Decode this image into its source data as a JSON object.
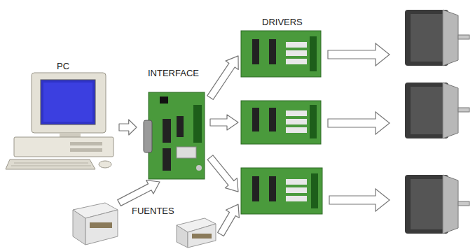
{
  "diagram": {
    "nodes": [
      {
        "text": [
          "PC"
        ]
      },
      {
        "text": [
          "INTERFACE"
        ]
      },
      {
        "text": [
          "DRIVERS"
        ]
      },
      {
        "text": [
          "FUENTES"
        ]
      }
    ],
    "edges": [
      {
        "from": 0,
        "to": 1,
        "arrow": "to"
      },
      {
        "from": 1,
        "to": 2,
        "arrow": "to"
      },
      {
        "from": 1,
        "to": 2,
        "arrow": "to"
      },
      {
        "from": 1,
        "to": 2,
        "arrow": "to"
      },
      {
        "from": 3,
        "to": 1,
        "arrow": "to"
      },
      {
        "from": 3,
        "to": 2,
        "arrow": "to"
      }
    ]
  }
}
